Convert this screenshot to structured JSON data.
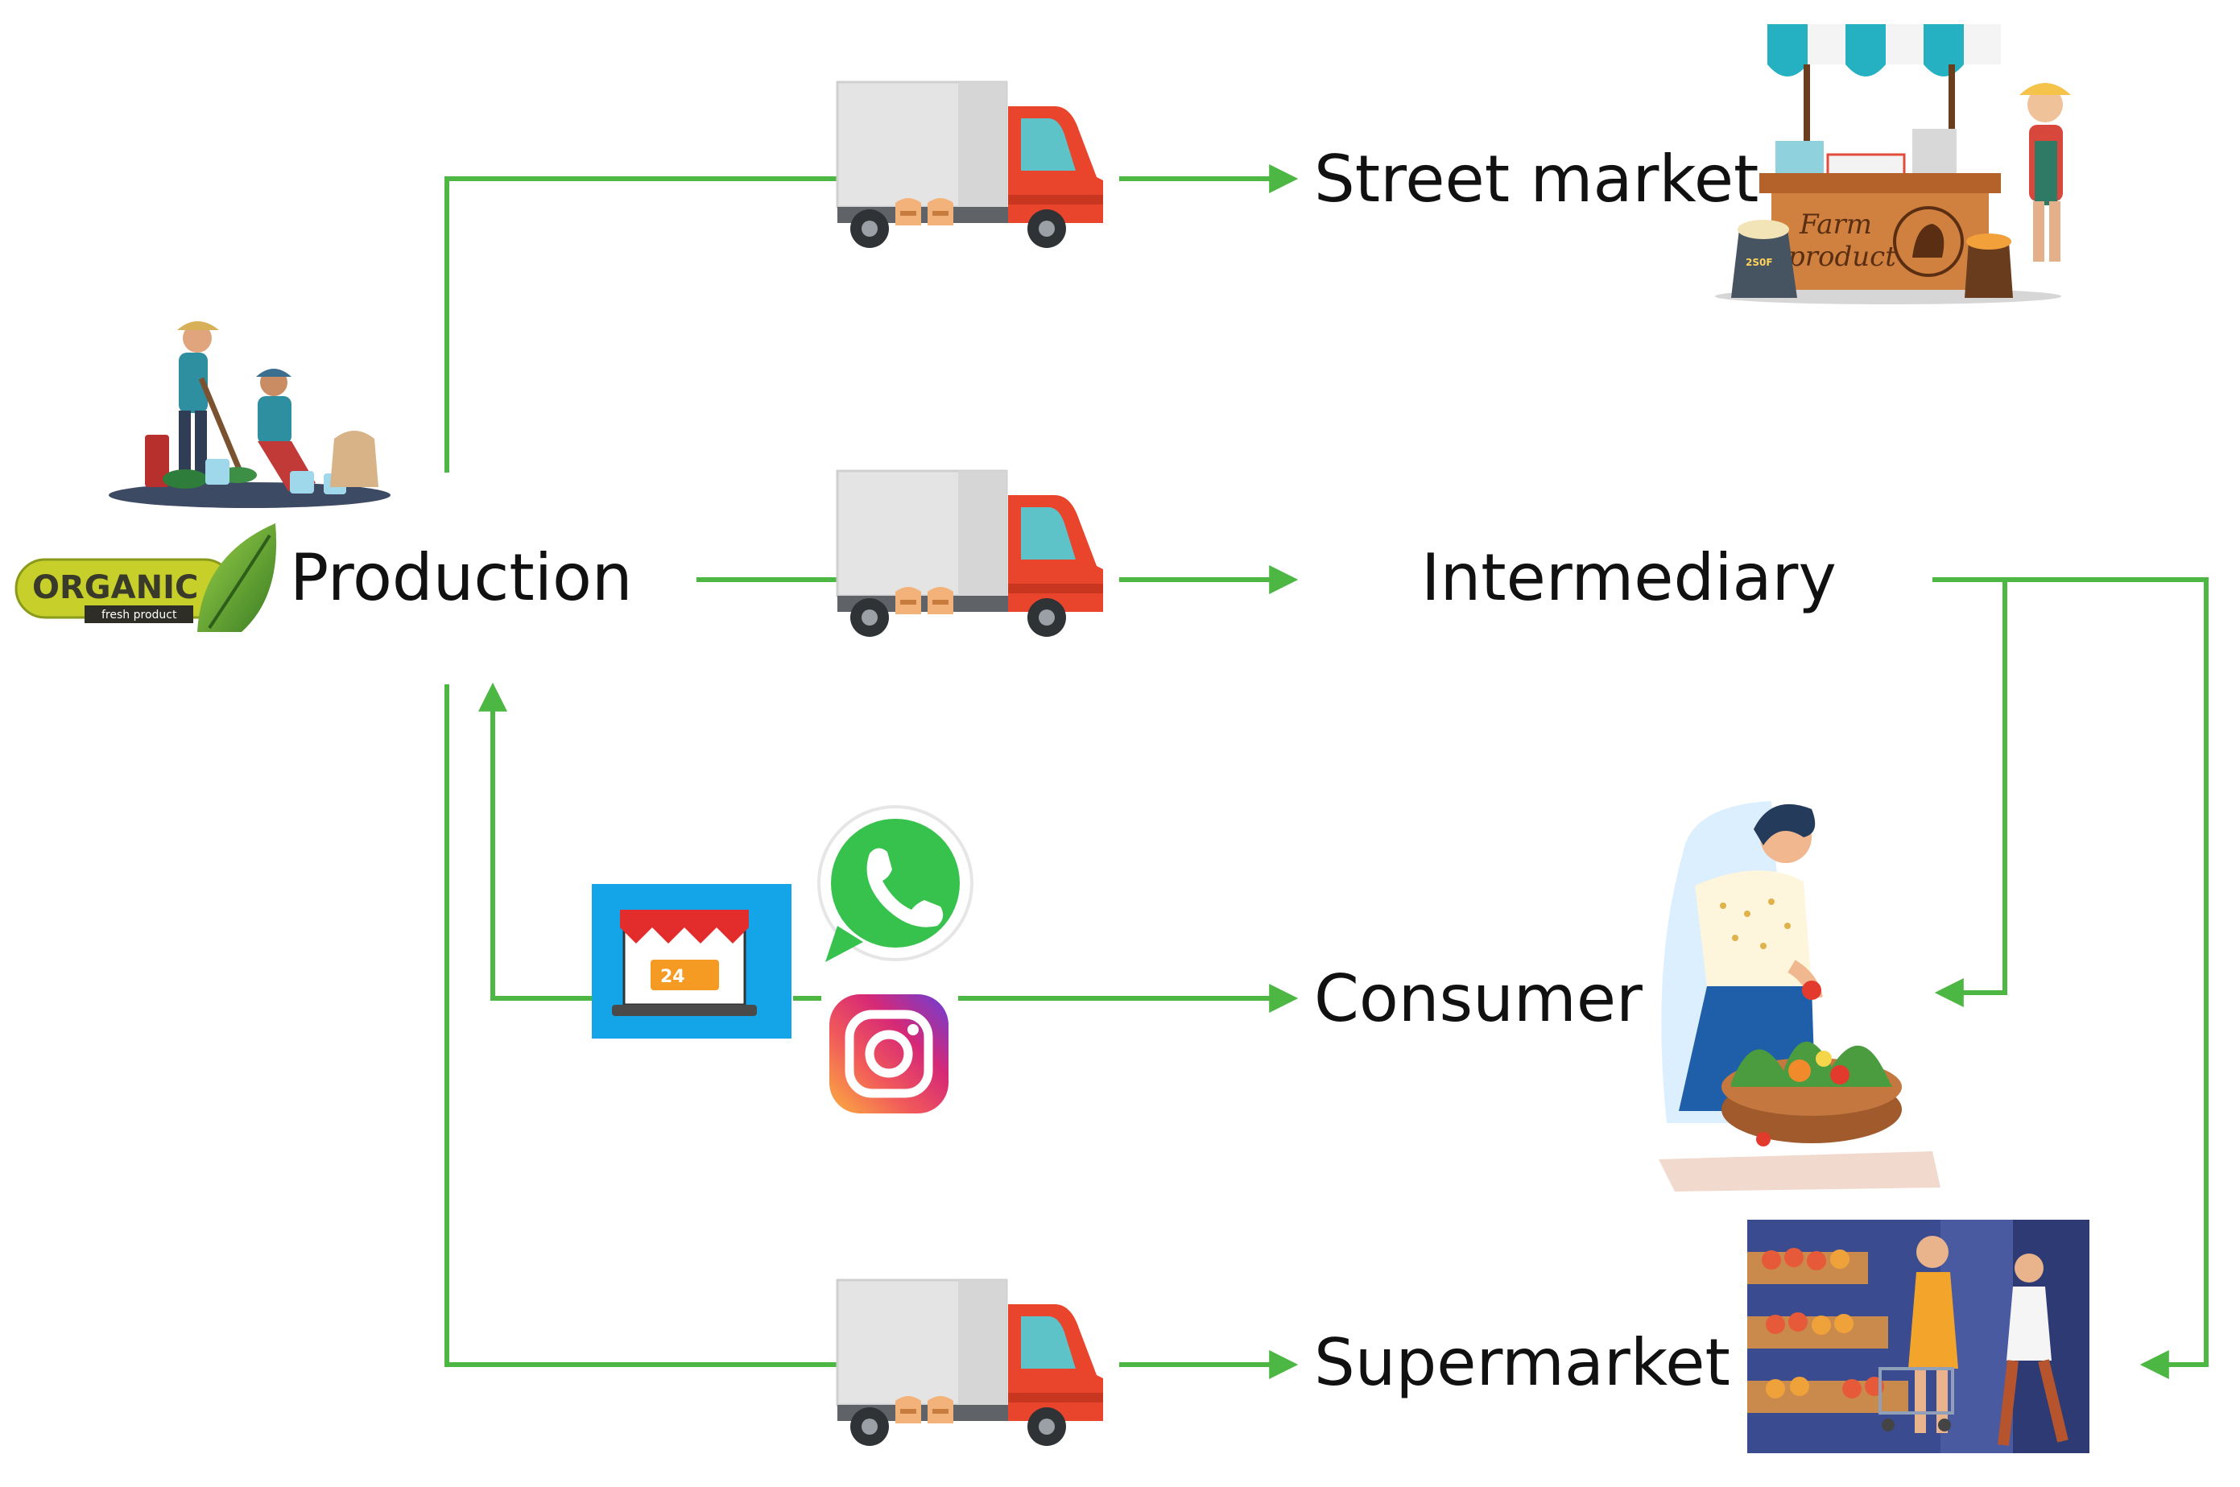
{
  "colors": {
    "arrow": "#4cb843",
    "truck_cab": "#e8452c",
    "truck_box": "#e4e4e4",
    "shop_bg": "#14a5e8",
    "whatsapp": "#36c24c",
    "text": "#111111"
  },
  "nodes": {
    "production": "Production",
    "street_market": "Street market",
    "intermediary": "Intermediary",
    "consumer": "Consumer",
    "supermarket": "Supermarket"
  },
  "logo": {
    "word": "ORGANIC",
    "sub": "fresh product"
  },
  "stall": {
    "sign_line1": "Farm",
    "sign_line2": "product",
    "sack_label": "2S0F"
  },
  "shop": {
    "badge": "24"
  },
  "icons": {
    "farmers": "farmers-icon",
    "organic_logo": "organic-logo",
    "truck": "delivery-truck-icon",
    "stall": "market-stall-icon",
    "online_shop": "online-shop-icon",
    "whatsapp": "whatsapp-icon",
    "instagram": "instagram-icon",
    "consumer": "consumer-shopping-icon",
    "supermarket": "supermarket-scene-icon"
  }
}
